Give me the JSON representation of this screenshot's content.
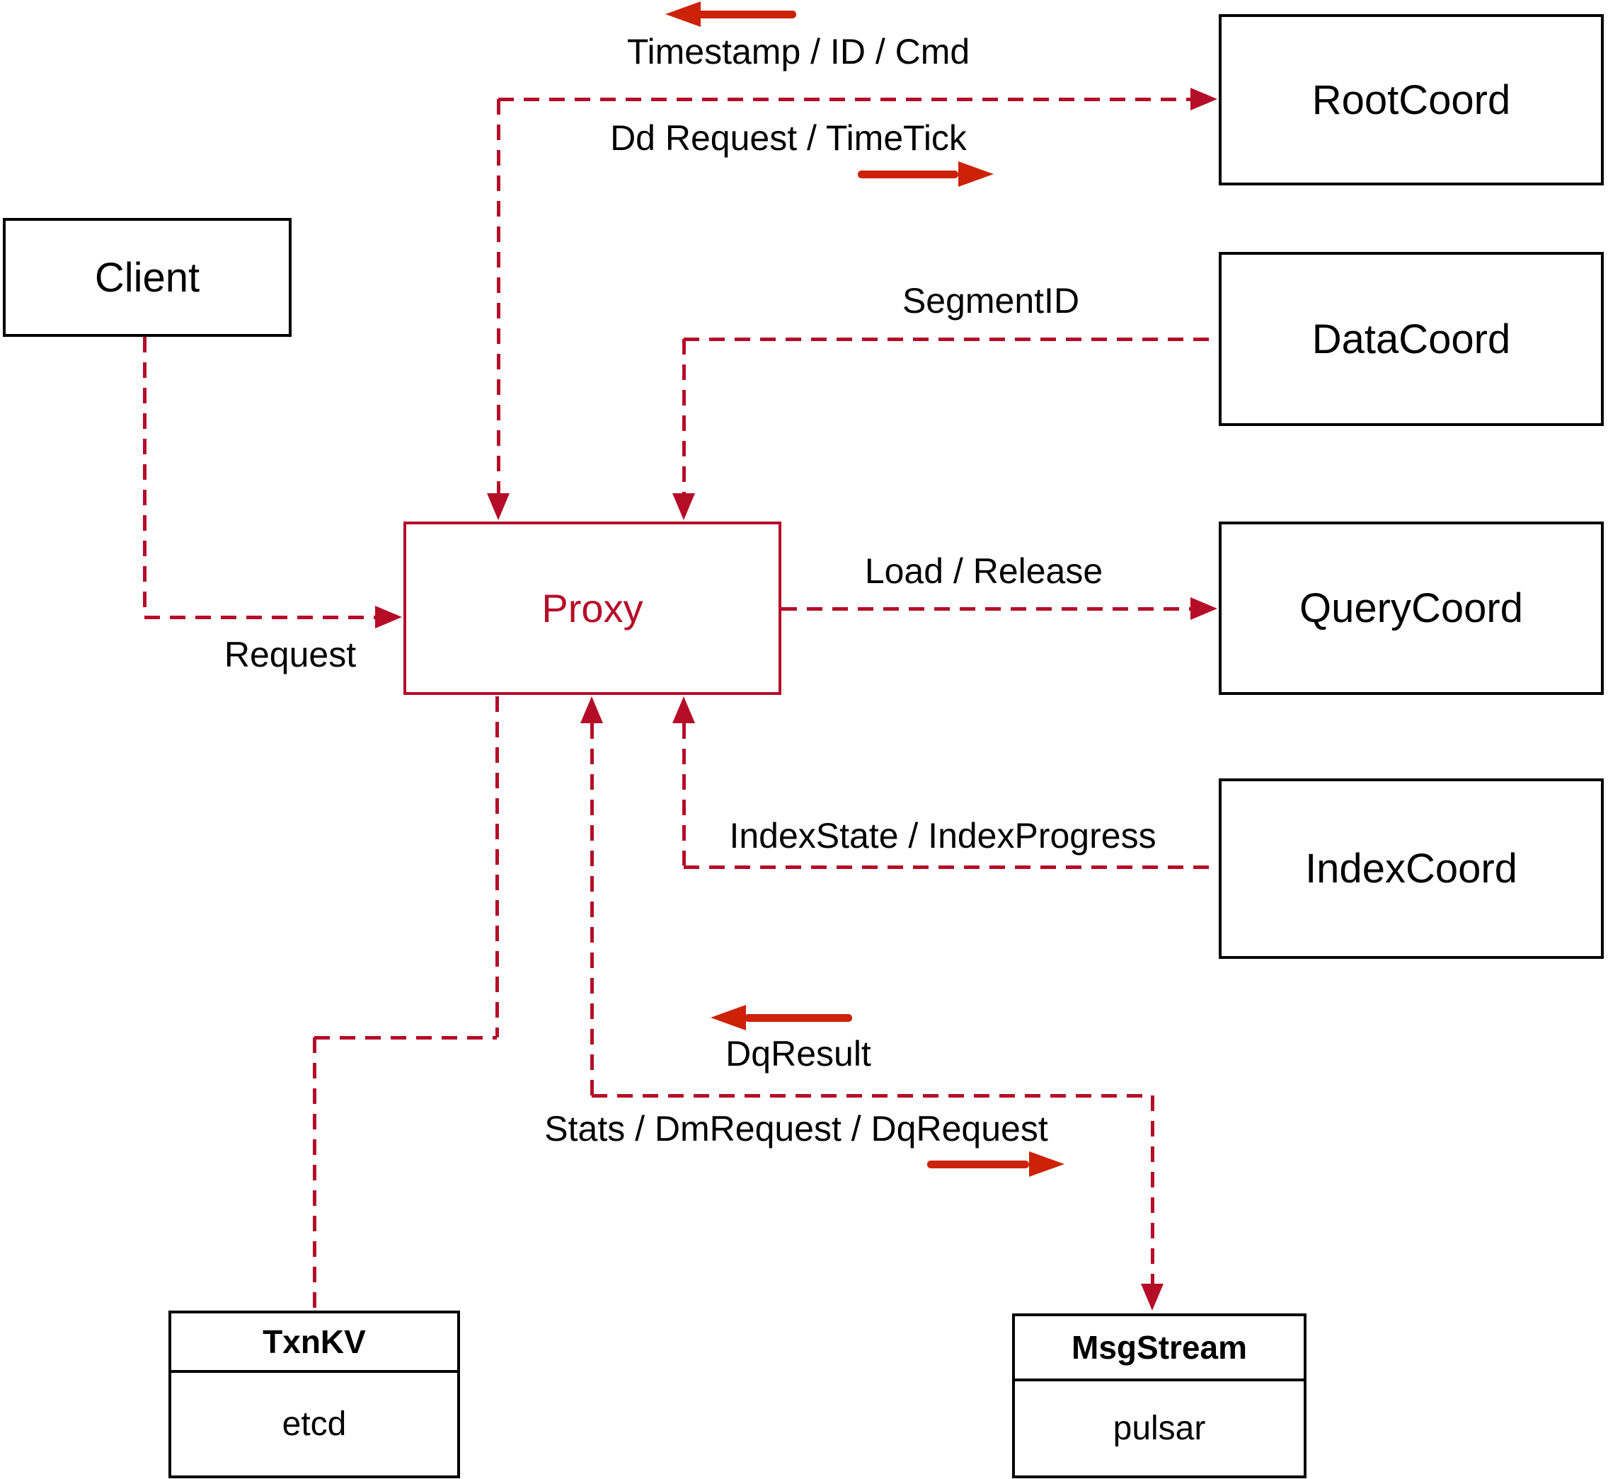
{
  "nodes": {
    "client": {
      "label": "Client"
    },
    "proxy": {
      "label": "Proxy"
    },
    "root_coord": {
      "label": "RootCoord"
    },
    "data_coord": {
      "label": "DataCoord"
    },
    "query_coord": {
      "label": "QueryCoord"
    },
    "index_coord": {
      "label": "IndexCoord"
    },
    "txn_kv": {
      "title": "TxnKV",
      "subtitle": "etcd"
    },
    "msg_stream": {
      "title": "MsgStream",
      "subtitle": "pulsar"
    }
  },
  "edges": {
    "request": {
      "label": "Request",
      "from": "Client",
      "to": "Proxy"
    },
    "timestamp": {
      "label": "Timestamp / ID / Cmd",
      "direction_arrow": "left",
      "from": "RootCoord",
      "to": "Proxy"
    },
    "dd_request": {
      "label": "Dd Request / TimeTick",
      "direction_arrow": "right",
      "from": "Proxy",
      "to": "RootCoord"
    },
    "segment_id": {
      "label": "SegmentID",
      "from": "DataCoord",
      "to": "Proxy"
    },
    "load_release": {
      "label": "Load / Release",
      "from": "Proxy",
      "to": "QueryCoord"
    },
    "index_state": {
      "label": "IndexState / IndexProgress",
      "from": "IndexCoord",
      "to": "Proxy"
    },
    "dq_result": {
      "label": "DqResult",
      "direction_arrow": "left",
      "from": "MsgStream",
      "to": "Proxy"
    },
    "stats": {
      "label": "Stats / DmRequest / DqRequest",
      "direction_arrow": "right",
      "from": "Proxy",
      "to": "MsgStream"
    },
    "txn_kv_link": {
      "label": "",
      "from": "Proxy",
      "to": "TxnKV"
    }
  },
  "colors": {
    "connector": "#b50d28",
    "arrow": "#cc2208",
    "node_border": "#000000",
    "text": "#000000",
    "background": "#ffffff"
  }
}
